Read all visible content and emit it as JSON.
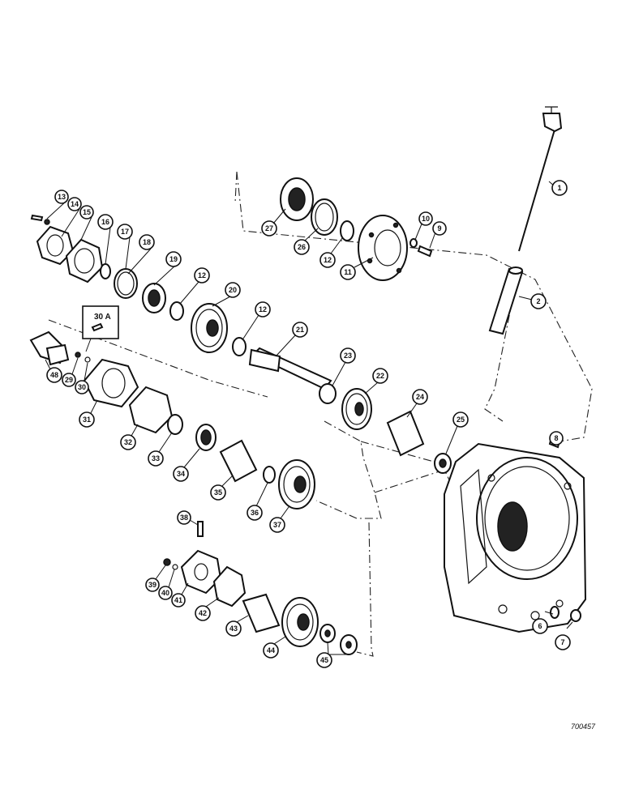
{
  "callouts": [
    "1",
    "2",
    "6",
    "7",
    "8",
    "9",
    "10",
    "11",
    "12",
    "12",
    "12",
    "13",
    "14",
    "15",
    "16",
    "17",
    "18",
    "19",
    "20",
    "21",
    "22",
    "23",
    "24",
    "25",
    "26",
    "27",
    "29",
    "30",
    "31",
    "32",
    "33",
    "34",
    "35",
    "36",
    "37",
    "38",
    "39",
    "40",
    "41",
    "42",
    "43",
    "44",
    "45",
    "48"
  ],
  "note_label": "30 A",
  "reference_number": "700457"
}
